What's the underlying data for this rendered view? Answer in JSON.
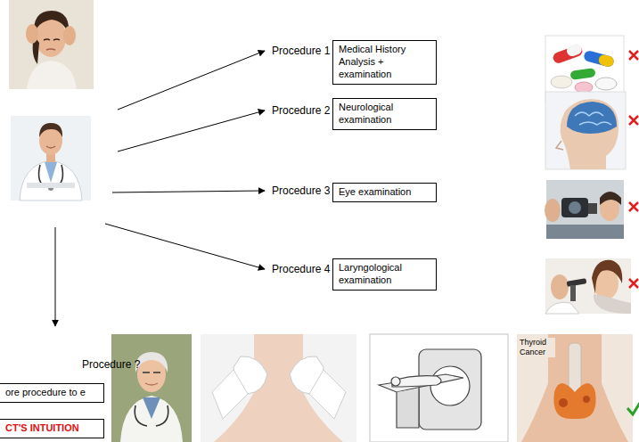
{
  "diagram": {
    "nodes": [
      {
        "text": [
          "Medical History Analysis + examination"
        ]
      },
      {
        "text": [
          "Neurological examination"
        ]
      },
      {
        "text": [
          "Eye examination"
        ]
      },
      {
        "text": [
          "Laryngological examination"
        ]
      },
      {
        "text": [
          "ore procedure to e"
        ]
      },
      {
        "text": [
          "CT'S INTUITION"
        ]
      }
    ],
    "labels": [
      "Procedure 1",
      "Procedure 2",
      "Procedure 3",
      "Procedure 4",
      "Procedure ?",
      "Thyroid Cancer"
    ]
  }
}
